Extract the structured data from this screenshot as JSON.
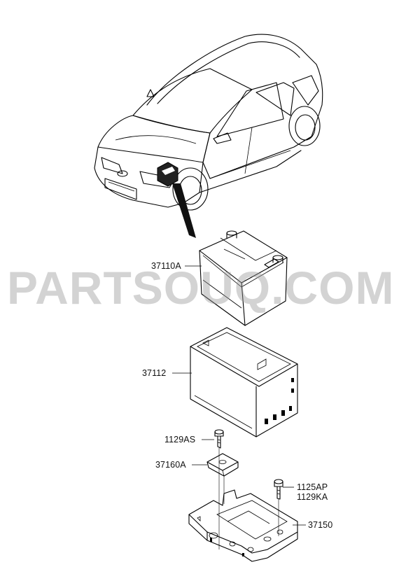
{
  "watermark": "PARTSOUQ.COM",
  "callouts": [
    {
      "id": "battery",
      "text": "37110A"
    },
    {
      "id": "tray-box",
      "text": "37112"
    },
    {
      "id": "bolt-top",
      "text": "1129AS"
    },
    {
      "id": "clamp",
      "text": "37160A"
    },
    {
      "id": "bolt-right-1",
      "text": "1125AP"
    },
    {
      "id": "bolt-right-2",
      "text": "1129KA"
    },
    {
      "id": "bracket",
      "text": "37150"
    }
  ]
}
